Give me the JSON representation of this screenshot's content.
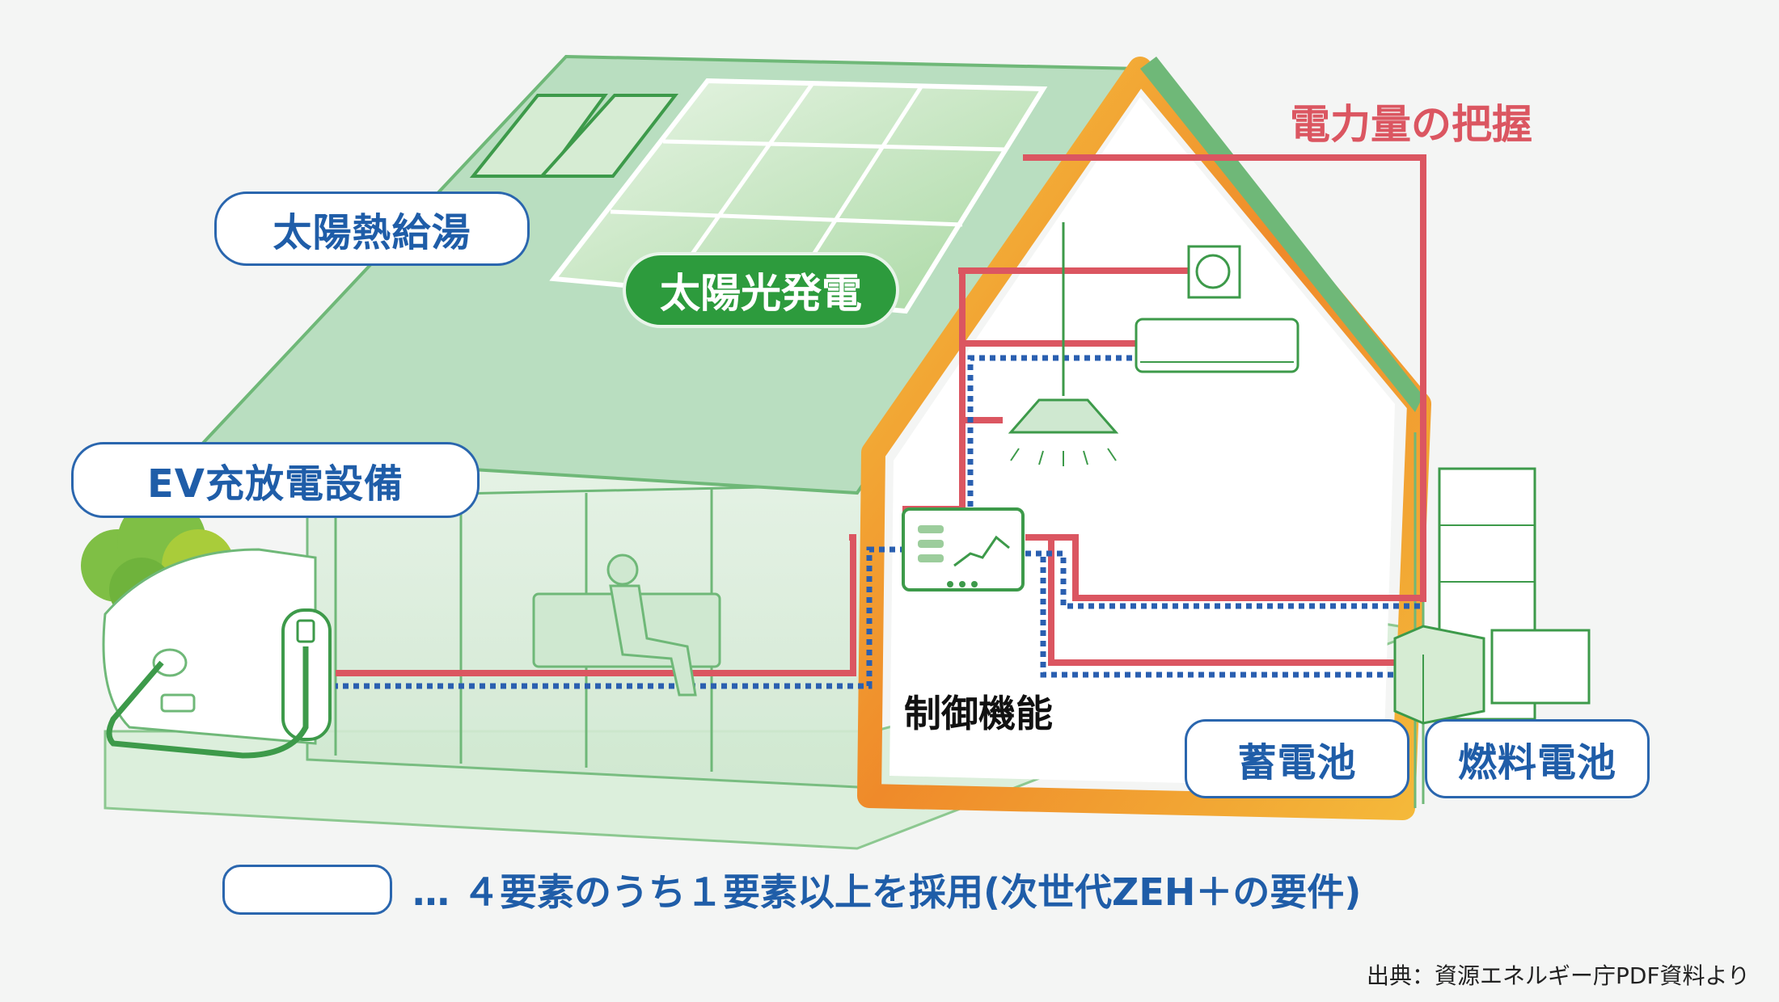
{
  "labels": {
    "solar_thermal": "太陽熱給湯",
    "solar_power": "太陽光発電",
    "ev": "EV充放電設備",
    "power_monitor": "電力量の把握",
    "control": "制御機能",
    "storage_battery": "蓄電池",
    "fuel_cell": "燃料電池"
  },
  "legend": {
    "text": "… ４要素のうち１要素以上を採用(次世代ZEH＋の要件)"
  },
  "source": "出典：資源エネルギー庁PDF資料より",
  "colors": {
    "power_line": "#db5661",
    "data_line": "#2a5fb0",
    "roof": "#b9dec0",
    "house_frame": "#ef8a2a",
    "outline_green": "#3d9a4a",
    "label_blue": "#1f5da8"
  }
}
